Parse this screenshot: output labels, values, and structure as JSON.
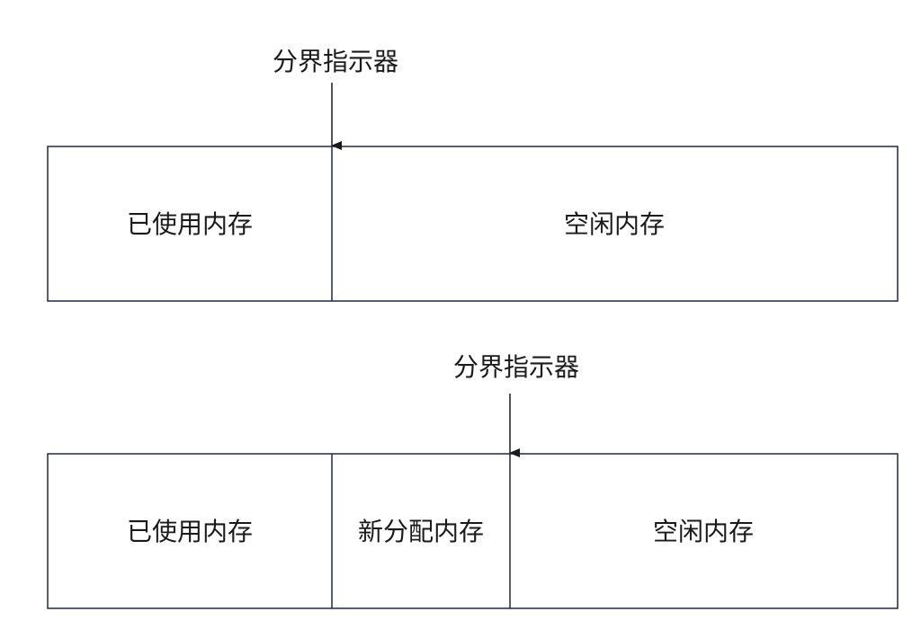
{
  "colors": {
    "border": "#1f2a44",
    "arrow": "#1a1a1a",
    "text": "#1a1a1a"
  },
  "diagram_top": {
    "pointer_label": "分界指示器",
    "segments": [
      {
        "label": "已使用内存"
      },
      {
        "label": "空闲内存"
      }
    ]
  },
  "diagram_bottom": {
    "pointer_label": "分界指示器",
    "segments": [
      {
        "label": "已使用内存"
      },
      {
        "label": "新分配内存"
      },
      {
        "label": "空闲内存"
      }
    ]
  }
}
